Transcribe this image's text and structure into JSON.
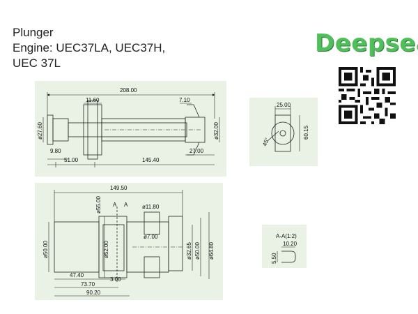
{
  "title": {
    "line1": "Plunger",
    "line2": "Engine: UEC37LA, UEC37H,",
    "line3": "UEC 37L"
  },
  "brand": {
    "name": "Deepsea",
    "color": "#4fbf5a",
    "icon": "qr-code-icon"
  },
  "panel_bg": "#e9f2e4",
  "drawings": {
    "top_side": {
      "total_length": "208.00",
      "flange": "11.60",
      "right_step": "7.10",
      "left_dia": "ø27.60",
      "right_dia": "ø32.00",
      "left_small": "9.80",
      "left_len": "51.00",
      "mid_len": "145.40",
      "right_len": "27.00"
    },
    "end_view": {
      "width": "25.00",
      "height": "60.15",
      "angle": "45°"
    },
    "section": {
      "total_length": "149.50",
      "section_a1": "A",
      "section_a2": "A",
      "outer_dia": "ø55.00",
      "bore_dia": "ø11.80",
      "left_dia": "ø50.00",
      "inner_dia": "ø52.00",
      "hole_dia": "ø7.00",
      "dia_3265": "ø32.65",
      "dia_5000": "ø50.00",
      "dia_6480": "ø64.80",
      "len_4740": "47.40",
      "len_300": "3.00",
      "len_7370": "73.70",
      "len_9020": "90.20"
    },
    "detail": {
      "label": "A-A(1:2)",
      "width": "10.20",
      "depth": "5.50"
    }
  }
}
